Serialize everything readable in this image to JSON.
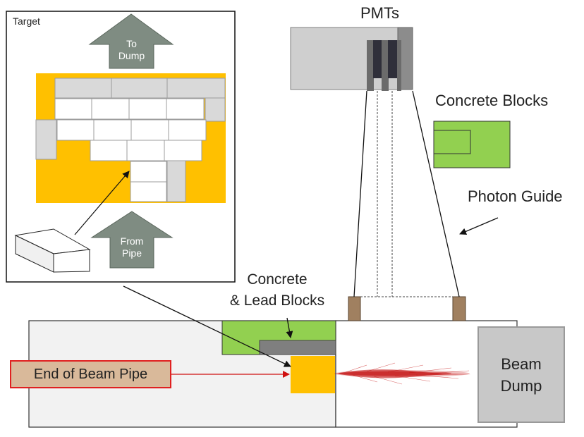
{
  "inset": {
    "title": "Target",
    "to_dump_line1": "To",
    "to_dump_line2": "Dump",
    "from_pipe_line1": "From",
    "from_pipe_line2": "Pipe"
  },
  "labels": {
    "pmts": "PMTs",
    "concrete_blocks": "Concrete Blocks",
    "photon_guide": "Photon Guide",
    "concrete_lead_line1": "Concrete",
    "concrete_lead_line2": "& Lead Blocks",
    "end_of_beam_pipe": "End of Beam Pipe",
    "beam_dump_line1": "Beam",
    "beam_dump_line2": "Dump"
  },
  "colors": {
    "gold": "#ffc000",
    "green": "#92d050",
    "arrow_gray": "#7f8c82",
    "pmt_gray": "#cfcfcf",
    "beam_red": "#c00000",
    "wood": "#a08060"
  }
}
